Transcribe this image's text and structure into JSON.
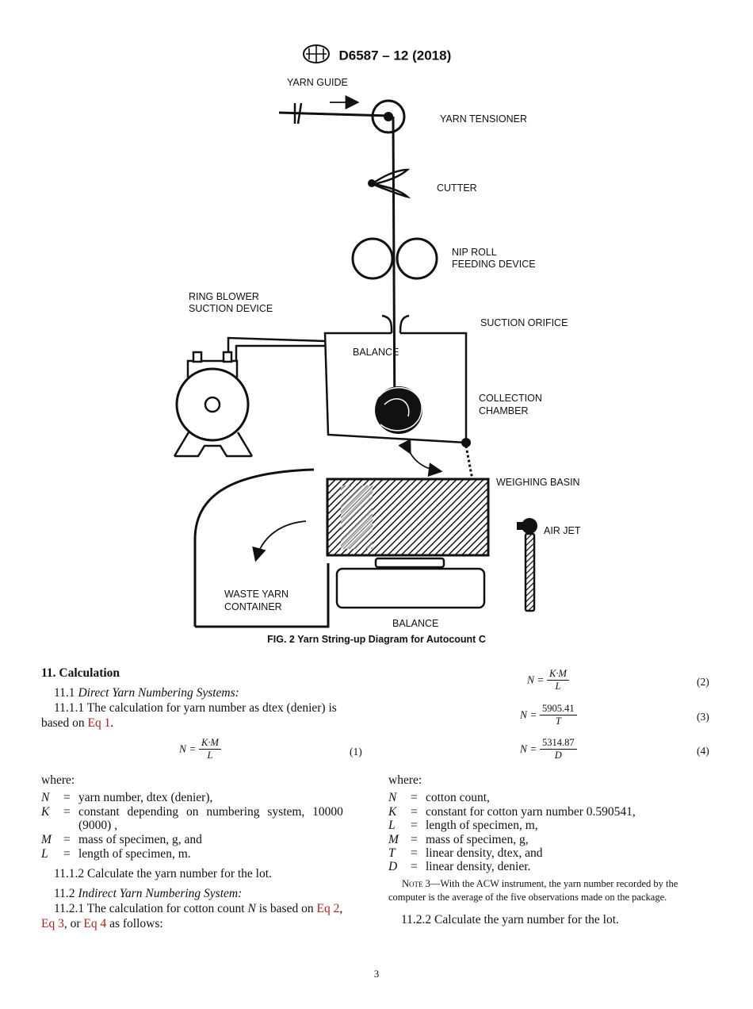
{
  "header": {
    "code": "D6587 – 12 (2018)"
  },
  "figure": {
    "labels": {
      "yarn_guide": "YARN GUIDE",
      "yarn_tensioner": "YARN TENSIONER",
      "cutter": "CUTTER",
      "nip_roll_1": "NIP ROLL",
      "nip_roll_2": "FEEDING DEVICE",
      "ring_blower_1": "RING BLOWER",
      "ring_blower_2": "SUCTION DEVICE",
      "suction_orifice": "SUCTION ORIFICE",
      "balance_upper": "BALANCE",
      "collection_1": "COLLECTION",
      "collection_2": "CHAMBER",
      "weighing_basin": "WEIGHING BASIN",
      "air_jet": "AIR JET",
      "waste_1": "WASTE YARN",
      "waste_2": "CONTAINER",
      "balance_lower": "BALANCE"
    },
    "caption": "FIG. 2 Yarn String-up Diagram for Autocount C"
  },
  "left": {
    "sec11": "11.  Calculation",
    "p111_num": "11.1 ",
    "p111_title": "Direct Yarn Numbering Systems:",
    "p1111_a": "11.1.1 The calculation for yarn number as dtex (denier) is",
    "p1111_b": "based on ",
    "p1111_link": "Eq 1",
    "p1111_end": ".",
    "eq1": {
      "lhs": "N =",
      "num": "K·M",
      "den": "L",
      "no": "(1)"
    },
    "where": "where:",
    "defs": [
      {
        "sym": "N",
        "eq": "=",
        "txt": "yarn number, dtex (denier),"
      },
      {
        "sym": "K",
        "eq": "=",
        "txt": "constant depending on numbering system, 10000"
      },
      {
        "sym": "",
        "eq": "",
        "txt": "(9000) ,"
      },
      {
        "sym": "M",
        "eq": "=",
        "txt": "mass of specimen, g, and"
      },
      {
        "sym": "L",
        "eq": "=",
        "txt": "length of specimen, m."
      }
    ],
    "p1112": "11.1.2 Calculate the yarn number for the lot.",
    "p112_num": "11.2 ",
    "p112_title": "Indirect Yarn Numbering System:",
    "p1121_a": "11.2.1 The calculation for cotton count ",
    "p1121_n": "N",
    "p1121_b": " is based on ",
    "p1121_l2": "Eq 2",
    "p1121_c": ",",
    "p1121_l3": "Eq 3",
    "p1121_d": ", or ",
    "p1121_l4": "Eq 4",
    "p1121_e": " as follows:"
  },
  "right": {
    "eq2": {
      "lhs": "N =",
      "num": "K·M",
      "den": "L",
      "no": "(2)"
    },
    "eq3": {
      "lhs": "N =",
      "num": "5905.41",
      "den": "T",
      "no": "(3)"
    },
    "eq4": {
      "lhs": "N =",
      "num": "5314.87",
      "den": "D",
      "no": "(4)"
    },
    "where": "where:",
    "defs": [
      {
        "sym": "N",
        "eq": "=",
        "txt": "cotton count,"
      },
      {
        "sym": "K",
        "eq": "=",
        "txt": "constant for cotton yarn number 0.590541,"
      },
      {
        "sym": "L",
        "eq": "=",
        "txt": "length of specimen, m,"
      },
      {
        "sym": "M",
        "eq": "=",
        "txt": "mass of specimen, g,"
      },
      {
        "sym": "T",
        "eq": "=",
        "txt": "linear density, dtex, and"
      },
      {
        "sym": "D",
        "eq": "=",
        "txt": "linear density, denier."
      }
    ],
    "note_label": "Note",
    "note_a": " 3—With the ACW instrument, the yarn number recorded by the",
    "note_b": "computer is the average of the five observations made on the package.",
    "p1122": "11.2.2 Calculate the yarn number for the lot."
  },
  "footer": {
    "page": "3"
  }
}
